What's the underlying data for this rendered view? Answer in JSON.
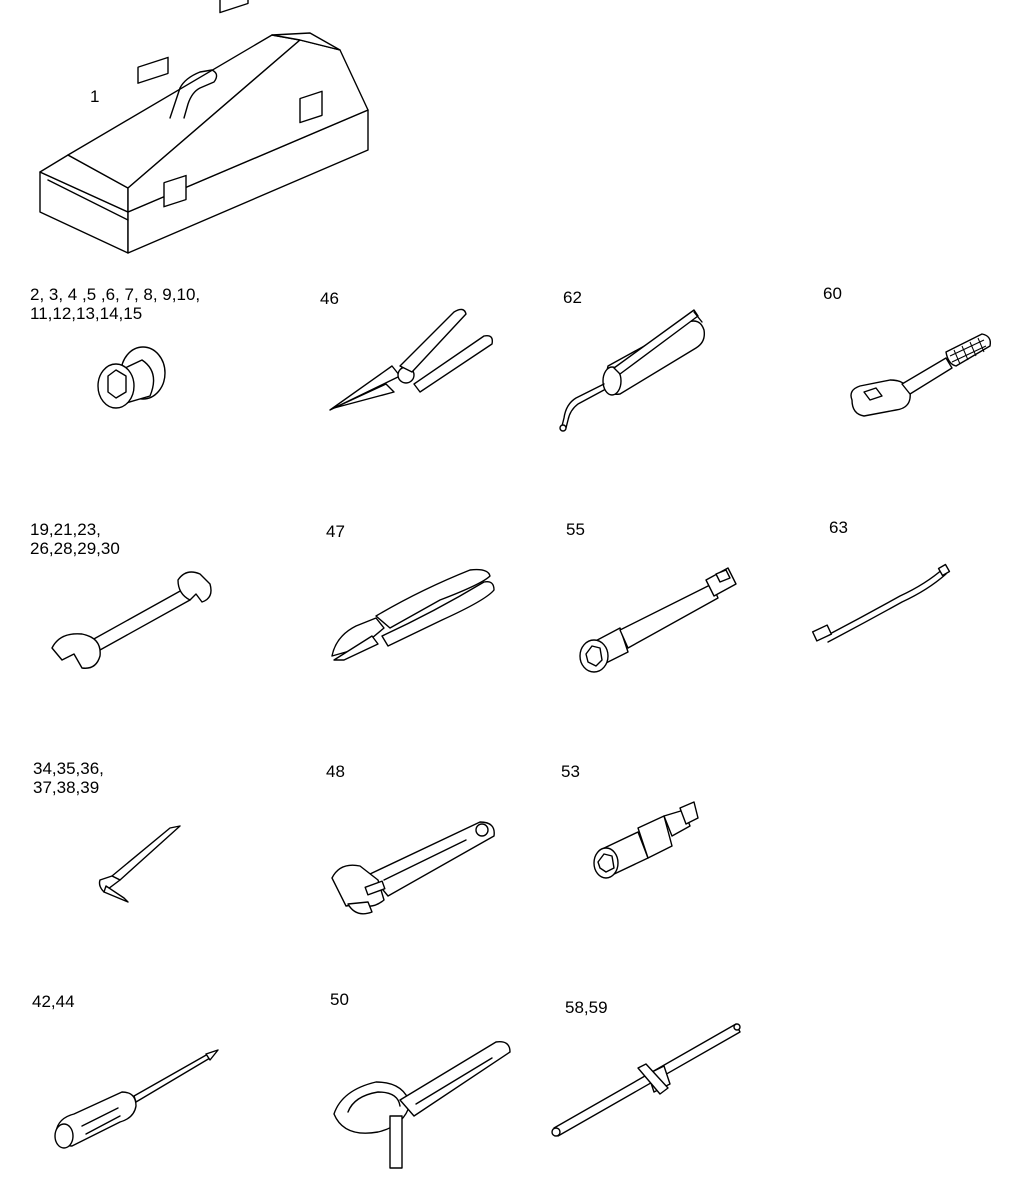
{
  "parts": [
    {
      "id": "toolbox",
      "label": "1"
    },
    {
      "id": "socket",
      "label_lines": [
        "2, 3, 4 ,5 ,6, 7, 8, 9,10,",
        "11,12,13,14,15"
      ]
    },
    {
      "id": "long-nose-pliers",
      "label": "46"
    },
    {
      "id": "grease-gun",
      "label": "62"
    },
    {
      "id": "ratchet-handle",
      "label": "60"
    },
    {
      "id": "open-end-wrench",
      "label_lines": [
        "19,21,23,",
        "26,28,29,30"
      ]
    },
    {
      "id": "combination-pliers",
      "label": "47"
    },
    {
      "id": "extension-bar",
      "label": "55"
    },
    {
      "id": "grease-hose",
      "label": "63"
    },
    {
      "id": "hex-key",
      "label_lines": [
        "34,35,36,",
        "37,38,39"
      ]
    },
    {
      "id": "adjustable-wrench",
      "label": "48"
    },
    {
      "id": "universal-joint",
      "label": "53"
    },
    {
      "id": "screwdriver",
      "label": "42,44"
    },
    {
      "id": "filter-wrench",
      "label": "50"
    },
    {
      "id": "sliding-t-bar",
      "label": "58,59"
    }
  ]
}
